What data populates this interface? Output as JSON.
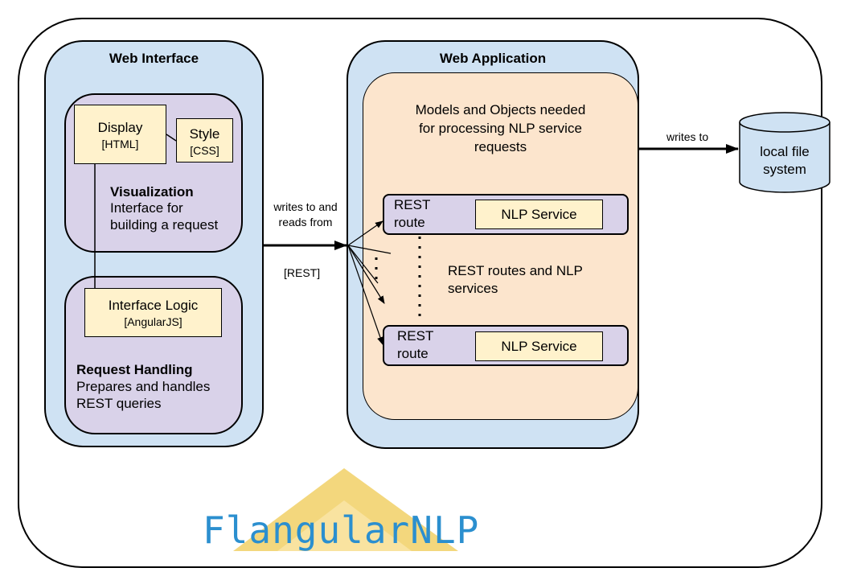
{
  "web_interface": {
    "title": "Web Interface",
    "display": {
      "label": "Display",
      "tag": "[HTML]"
    },
    "style": {
      "label": "Style",
      "tag": "[CSS]"
    },
    "visualization": {
      "heading": "Visualization",
      "line1": "Interface for",
      "line2": "building a request"
    },
    "interface_logic": {
      "label": "Interface Logic",
      "tag": "[AngularJS]"
    },
    "request_handling": {
      "heading": "Request Handling",
      "line1": "Prepares and handles",
      "line2": "REST queries"
    }
  },
  "connection": {
    "line1": "writes to and",
    "line2": "reads from",
    "protocol": "[REST]"
  },
  "web_application": {
    "title": "Web Application",
    "models": {
      "line1": "Models and Objects needed",
      "line2": "for processing NLP service",
      "line3": "requests"
    },
    "route1": {
      "rest_line1": "REST",
      "rest_line2": "route",
      "service": "NLP Service"
    },
    "route2": {
      "rest_line1": "REST",
      "rest_line2": "route",
      "service": "NLP Service"
    },
    "routes_note": {
      "line1": "REST routes and NLP",
      "line2": "services"
    }
  },
  "storage": {
    "arrow_label": "writes to",
    "line1": "local file",
    "line2": "system"
  },
  "logo": {
    "text": "FlangularNLP"
  },
  "colors": {
    "blue": "#cfe2f3",
    "purple": "#d9d2e9",
    "peach": "#fce5cd",
    "yellow": "#fff2cc",
    "logo_text": "#2b8fcf",
    "logo_triangle": "#f6d978"
  }
}
